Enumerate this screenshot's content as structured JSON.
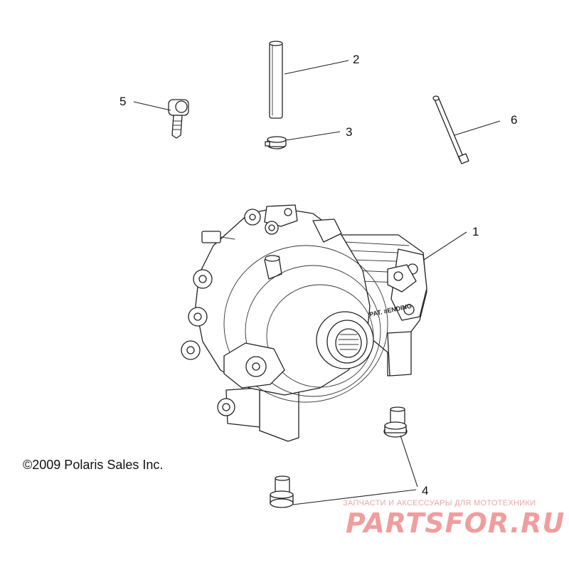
{
  "callouts": {
    "c1": "1",
    "c2": "2",
    "c3": "3",
    "c4": "4",
    "c5": "5",
    "c6": "6"
  },
  "copyright": "©2009 Polaris Sales Inc.",
  "casting_mark": "PAT. #ENDING",
  "watermark": {
    "tagline": "ЗАПЧАСТИ И АКСЕССУАРЫ ДЛЯ МОТОТЕХНИКИ",
    "brand": "PARTSFOR.RU"
  },
  "colors": {
    "line": "#222222",
    "watermark": "#ef9e9e"
  }
}
